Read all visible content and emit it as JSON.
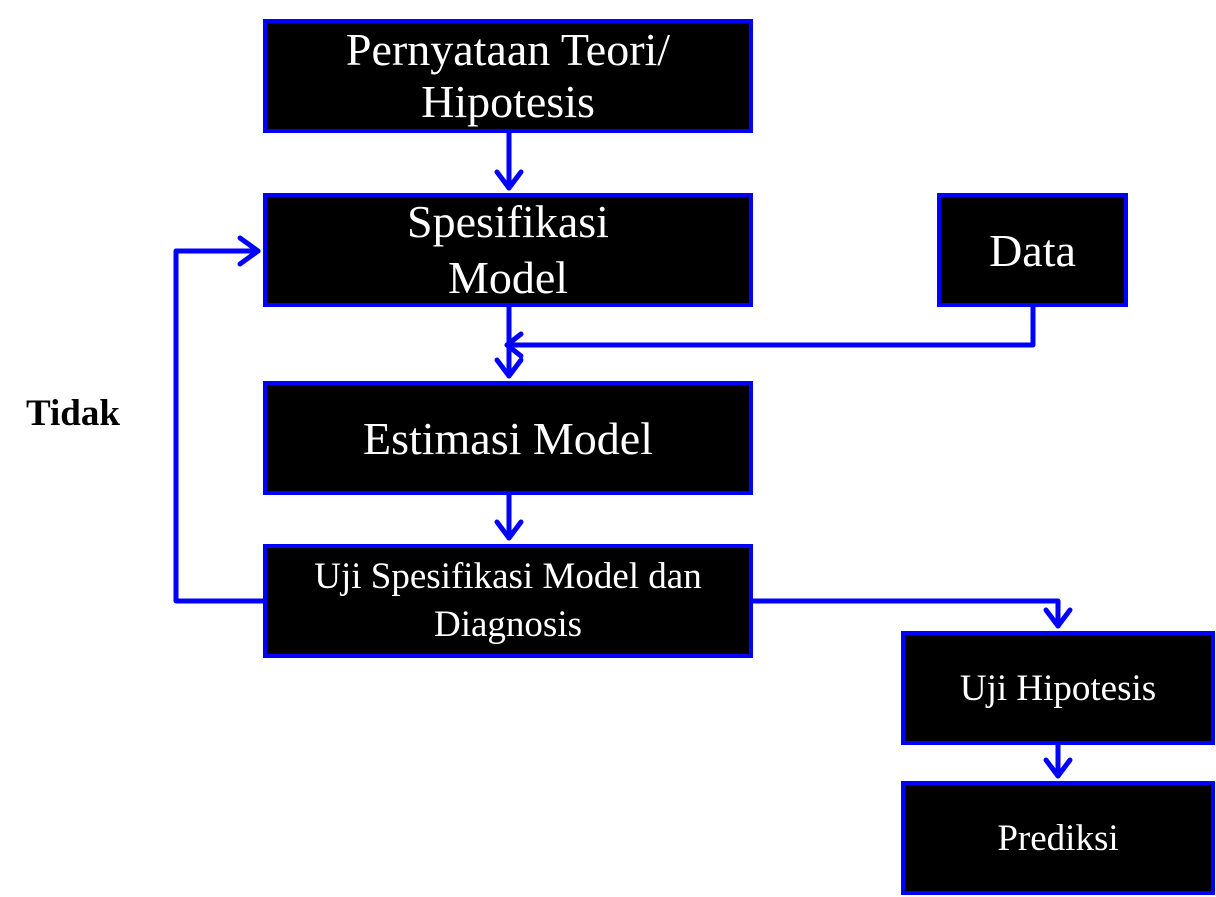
{
  "colors": {
    "box_fill": "#000000",
    "box_border": "#0000ff",
    "arrow": "#0000ff",
    "text": "#ffffff"
  },
  "nodes": {
    "teori": {
      "line1": "Pernyataan Teori/",
      "line2": "Hipotesis"
    },
    "spesifikasi": {
      "line1": "Spesifikasi",
      "line2": "Model"
    },
    "data": {
      "label": "Data"
    },
    "estimasi": {
      "label": "Estimasi Model"
    },
    "uji_spesifikasi": {
      "line1": "Uji Spesifikasi Model dan",
      "line2": "Diagnosis"
    },
    "uji_hipotesis": {
      "label": "Uji Hipotesis"
    },
    "prediksi": {
      "label": "Prediksi"
    }
  },
  "edge_labels": {
    "tidak": "Tidak"
  },
  "edges": [
    {
      "from": "teori",
      "to": "spesifikasi"
    },
    {
      "from": "spesifikasi",
      "to": "estimasi"
    },
    {
      "from": "data",
      "to": "estimasi"
    },
    {
      "from": "estimasi",
      "to": "uji_spesifikasi"
    },
    {
      "from": "uji_spesifikasi",
      "to": "spesifikasi",
      "label": "Tidak"
    },
    {
      "from": "uji_spesifikasi",
      "to": "uji_hipotesis"
    },
    {
      "from": "uji_hipotesis",
      "to": "prediksi"
    }
  ]
}
